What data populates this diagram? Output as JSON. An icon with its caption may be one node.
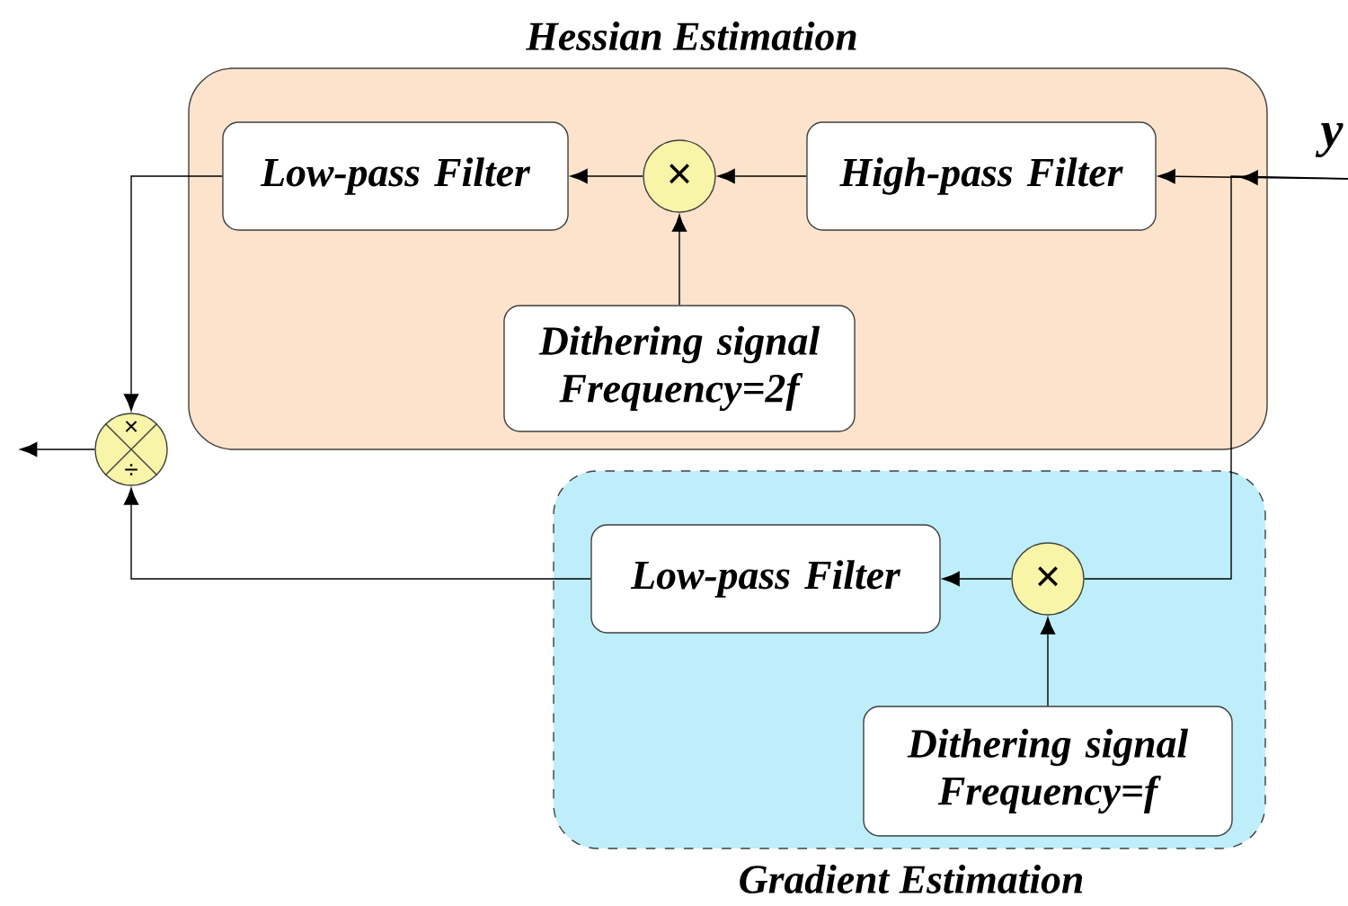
{
  "diagram": {
    "nodes": [
      {
        "text": [
          "Hessian Estimation"
        ]
      },
      {
        "text": [
          "Low-pass Filter"
        ],
        "in": 0
      },
      {
        "text": [
          "×"
        ],
        "in": 0
      },
      {
        "text": [
          "High-pass Filter"
        ],
        "in": 0
      },
      {
        "text": [
          "Dithering signal Frequency=2f"
        ],
        "in": 0
      },
      {
        "text": [
          "Gradient Estimation"
        ]
      },
      {
        "text": [
          "Low-pass Filter"
        ],
        "in": 5
      },
      {
        "text": [
          "×"
        ],
        "in": 5
      },
      {
        "text": [
          "Dithering signal Frequency=f"
        ],
        "in": 5
      },
      {
        "text": [
          "×",
          "÷"
        ]
      },
      {
        "text": [
          "y"
        ]
      }
    ],
    "edges": [
      {
        "from": 10,
        "to": 3,
        "arrow": "to"
      },
      {
        "from": 3,
        "to": 2,
        "arrow": "to"
      },
      {
        "from": 2,
        "to": 1,
        "arrow": "to"
      },
      {
        "from": 4,
        "to": 2,
        "arrow": "to"
      },
      {
        "from": 1,
        "to": 9,
        "arrow": "to"
      },
      {
        "from": 10,
        "to": 7,
        "arrow": "none"
      },
      {
        "from": 7,
        "to": 6,
        "arrow": "to"
      },
      {
        "from": 8,
        "to": 7,
        "arrow": "to"
      },
      {
        "from": 6,
        "to": 9,
        "arrow": "to"
      },
      {
        "from": 9,
        "to": null,
        "arrow": "to"
      }
    ]
  }
}
